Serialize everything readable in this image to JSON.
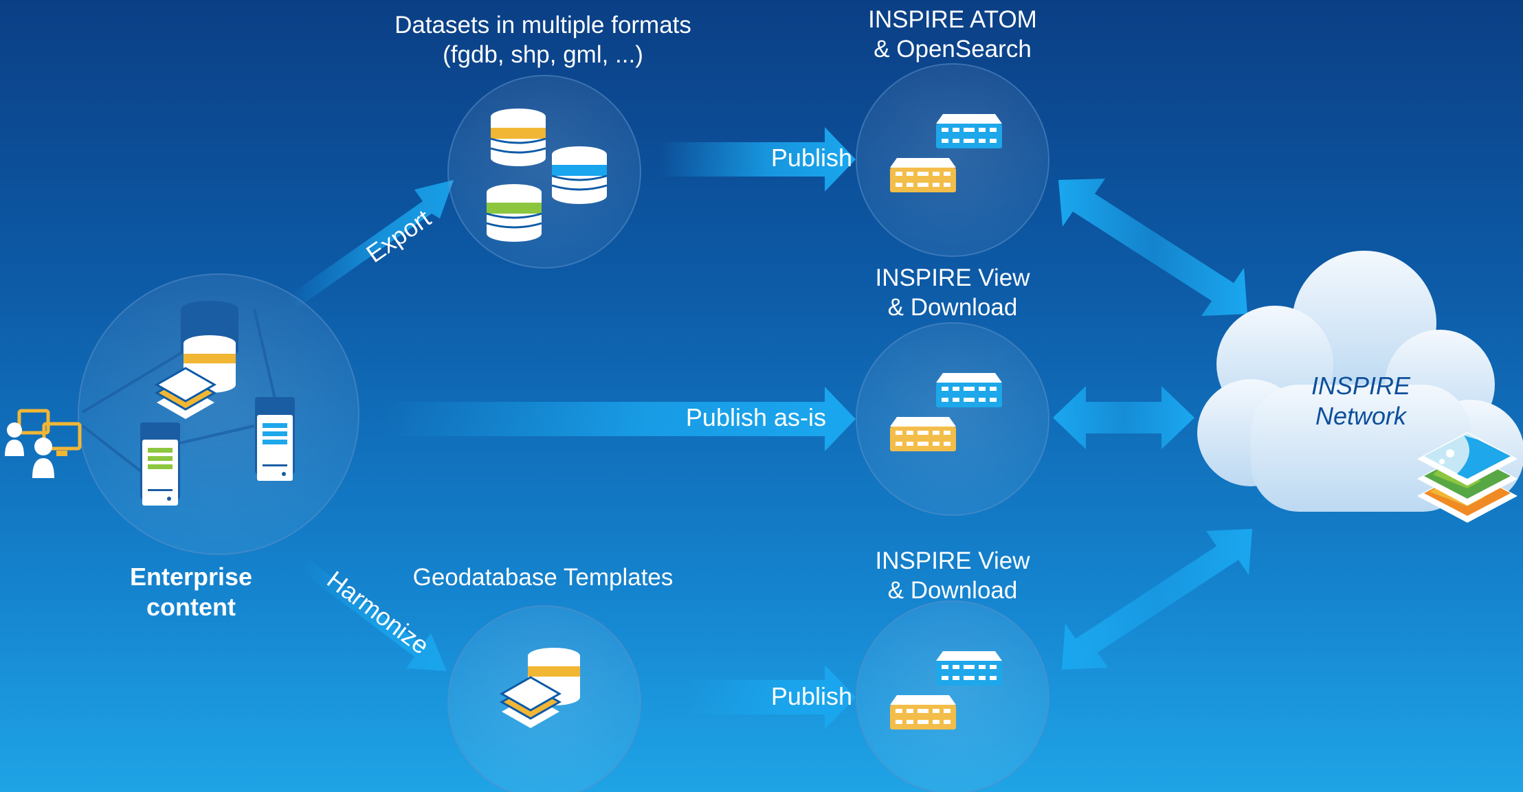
{
  "labels": {
    "enterprise": "Enterprise\ncontent",
    "datasets": "Datasets in multiple formats\n(fgdb, shp, gml, ...)",
    "templates": "Geodatabase Templates",
    "atom": "INSPIRE ATOM\n& OpenSearch",
    "view1": "INSPIRE View\n& Download",
    "view2": "INSPIRE View\n& Download",
    "cloud": "INSPIRE\nNetwork"
  },
  "arrows": {
    "export": "Export",
    "harmonize": "Harmonize",
    "publish_top": "Publish",
    "publish_asis": "Publish as-is",
    "publish_bottom": "Publish"
  },
  "colors": {
    "arrow": "#19a6ee",
    "db_yellow": "#f2b635",
    "db_blue": "#19a6ee",
    "db_green": "#8cc63f",
    "server_blue": "#1ea7ea",
    "server_yellow": "#f3bd49"
  }
}
